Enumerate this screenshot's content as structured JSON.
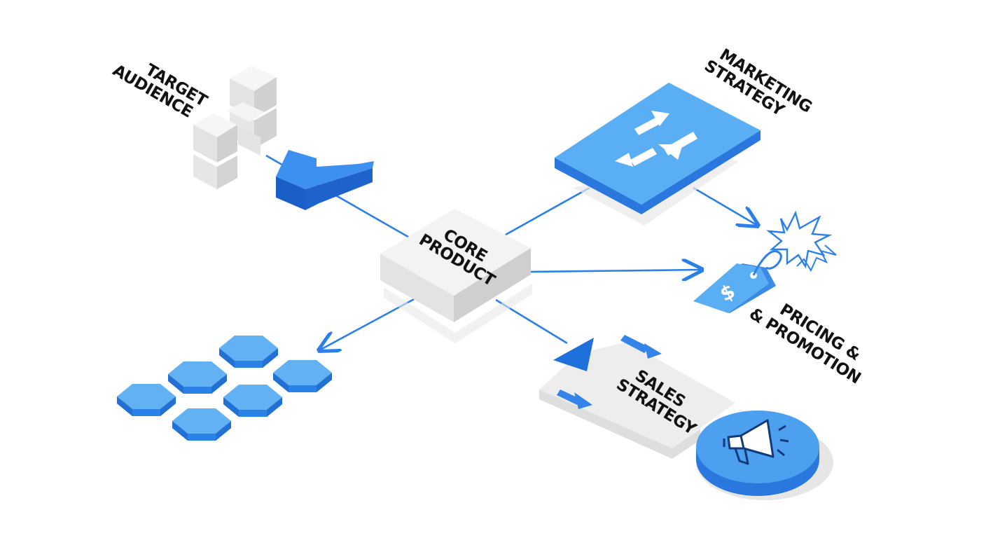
{
  "labels": {
    "target_audience": [
      "TARGET",
      "AUDIENCE"
    ],
    "marketing_strategy": [
      "MARKETING",
      "STRATEGY"
    ],
    "core_product": [
      "CORE",
      "PRODUCT"
    ],
    "pricing_promotion": [
      "PRICING &",
      "& PROMOTION"
    ],
    "sales_strategy": [
      "SALES",
      "STRATEGY"
    ]
  },
  "price_tag_symbol": "$",
  "colors": {
    "accent_blue": "#3d8ff0",
    "light_blue": "#66b4f4",
    "deep_blue": "#1f6fdc",
    "line_blue": "#2a7fe8",
    "light_gray": "#eeeeee",
    "mid_gray": "#d6d6d6",
    "text": "#111111"
  },
  "icons": [
    "cubes-icon",
    "hand-icon",
    "arrows-swap-icon",
    "hexagon-icon",
    "price-tag-icon",
    "burst-icon",
    "megaphone-icon"
  ]
}
